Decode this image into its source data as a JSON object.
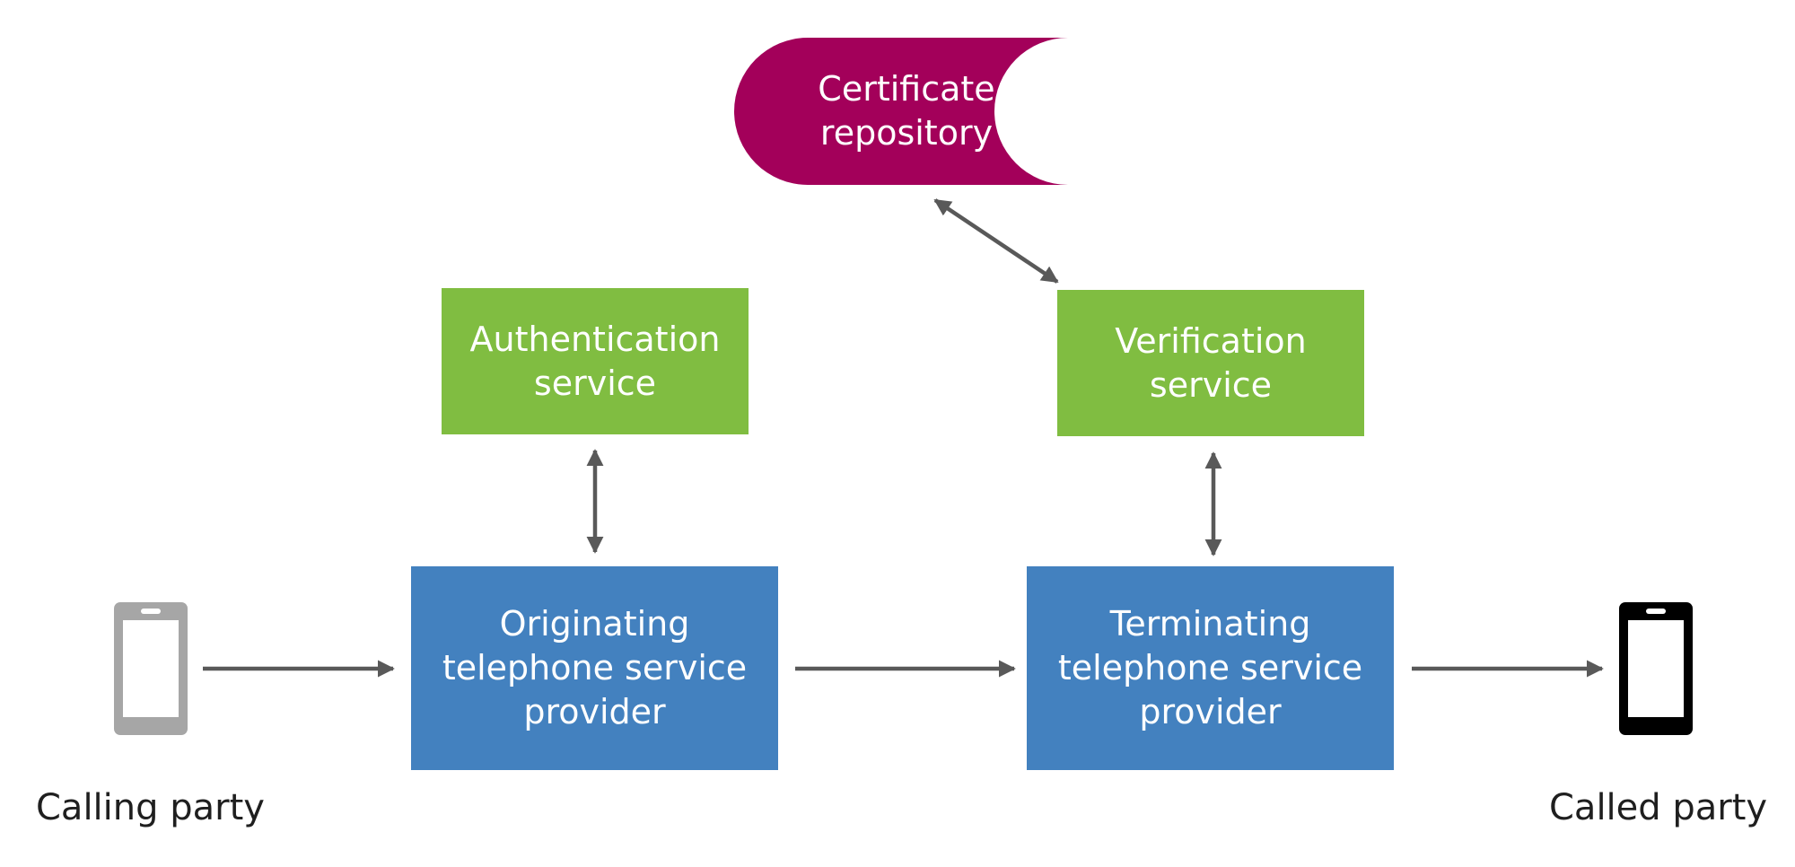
{
  "nodes": {
    "certificate_repository": {
      "label": "Certificate\nrepository",
      "color": "#a3005a"
    },
    "authentication_service": {
      "label": "Authentication\nservice",
      "color": "#80bd41"
    },
    "verification_service": {
      "label": "Verification\nservice",
      "color": "#80bd41"
    },
    "originating_provider": {
      "label": "Originating\ntelephone service\nprovider",
      "color": "#4381bf"
    },
    "terminating_provider": {
      "label": "Terminating\ntelephone service\nprovider",
      "color": "#4381bf"
    }
  },
  "parties": {
    "calling": {
      "label": "Calling party",
      "phone_color": "#a6a6a6"
    },
    "called": {
      "label": "Called party",
      "phone_color": "#000000"
    }
  },
  "edges": [
    {
      "from": "calling_phone",
      "to": "originating_provider",
      "direction": "forward"
    },
    {
      "from": "originating_provider",
      "to": "terminating_provider",
      "direction": "forward"
    },
    {
      "from": "terminating_provider",
      "to": "called_phone",
      "direction": "forward"
    },
    {
      "from": "authentication_service",
      "to": "originating_provider",
      "direction": "both"
    },
    {
      "from": "verification_service",
      "to": "terminating_provider",
      "direction": "both"
    },
    {
      "from": "certificate_repository",
      "to": "verification_service",
      "direction": "both"
    }
  ],
  "arrow_color": "#595959"
}
